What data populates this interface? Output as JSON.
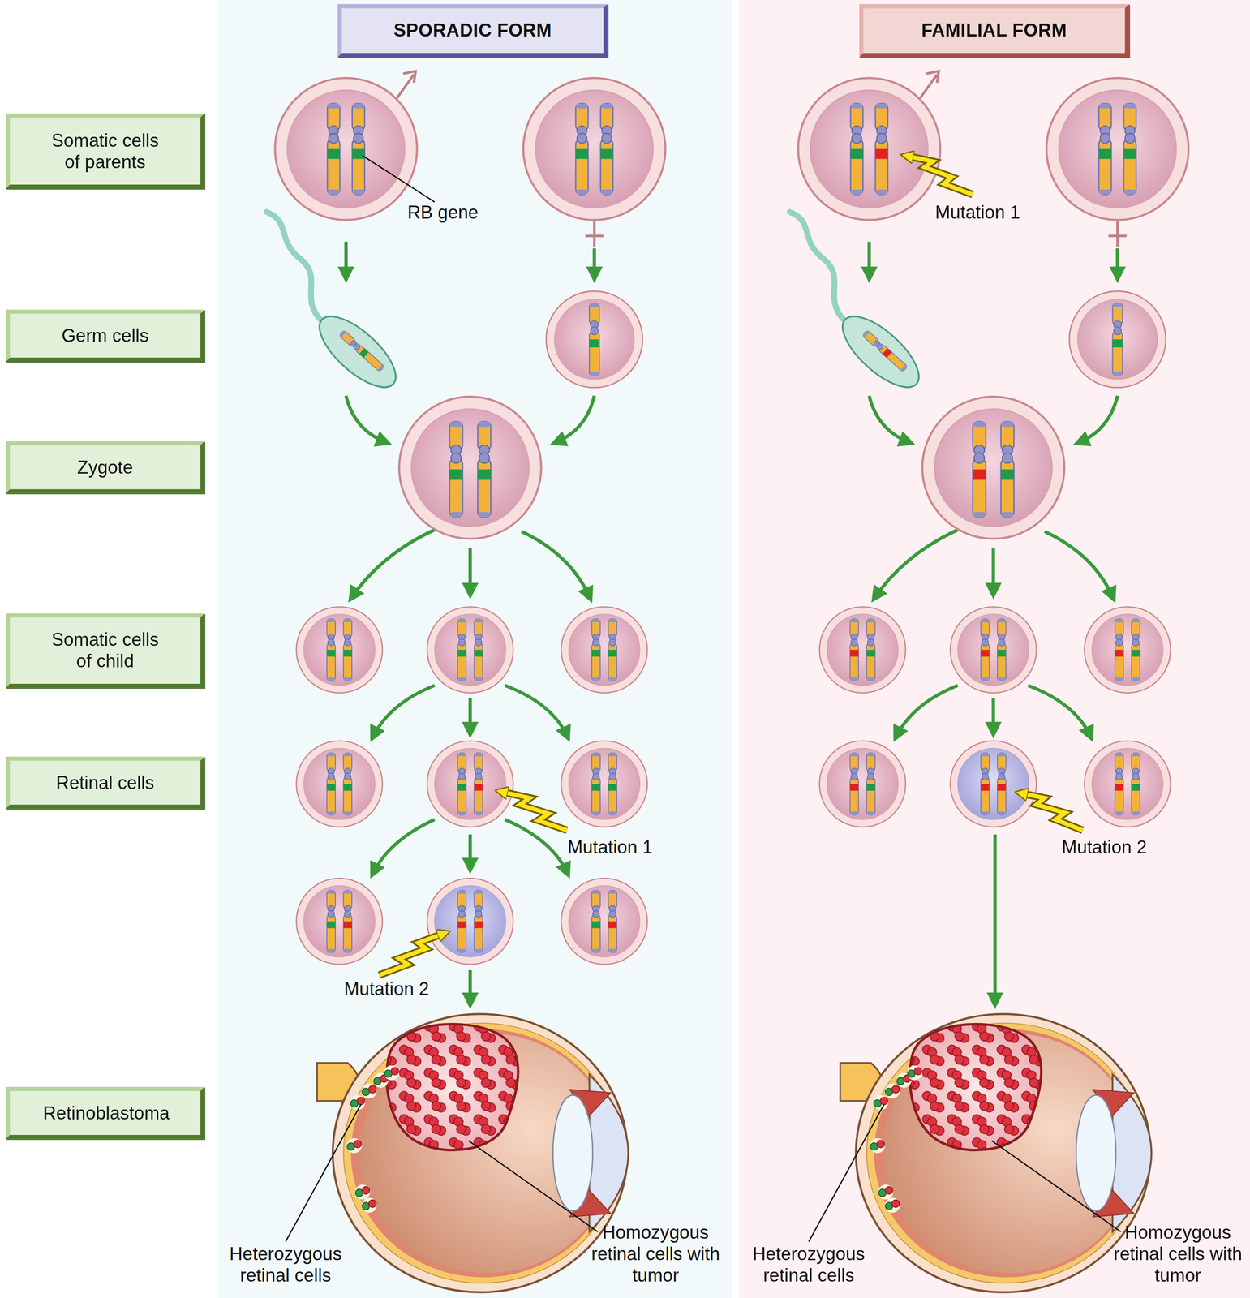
{
  "diagram": {
    "nodes": [
      {
        "text": [
          "SPORADIC FORM"
        ]
      },
      {
        "text": [
          "FAMILIAL FORM"
        ]
      },
      {
        "text": [
          "Somatic cells of parents"
        ]
      },
      {
        "text": [
          "Germ cells"
        ]
      },
      {
        "text": [
          "Zygote"
        ]
      },
      {
        "text": [
          "Somatic cells of child"
        ]
      },
      {
        "text": [
          "Retinal cells"
        ]
      },
      {
        "text": [
          "Retinoblastoma"
        ]
      }
    ],
    "labels": [
      "RB gene",
      "Mutation 1",
      "Mutation 1",
      "Mutation 2",
      "Mutation 2",
      "Heterozygous retinal cells",
      "Homozygous retinal cells with tumor",
      "Heterozygous retinal cells",
      "Homozygous retinal cells with tumor"
    ]
  }
}
